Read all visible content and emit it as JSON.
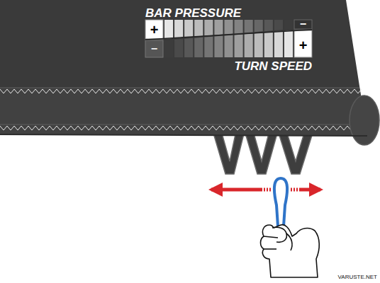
{
  "diagram": {
    "labels": [
      "BAR PRESSURE",
      "+",
      "−",
      "−",
      "+",
      "TURN SPEED",
      "VARUSTE.NET"
    ]
  }
}
